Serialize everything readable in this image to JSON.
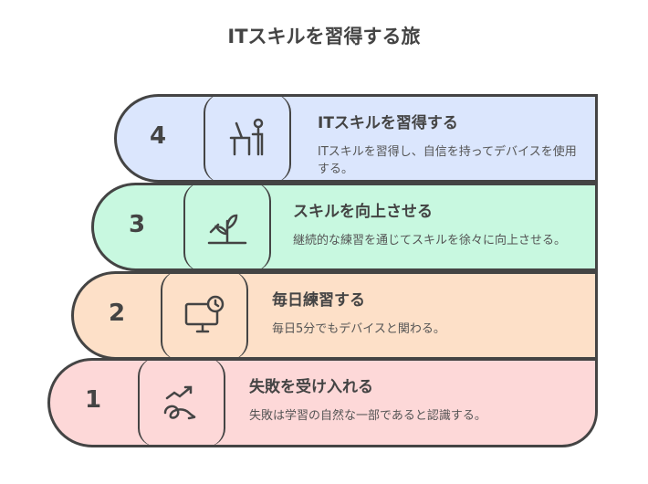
{
  "title": "ITスキルを習得する旅",
  "steps": [
    {
      "num": "4",
      "heading": "ITスキルを習得する",
      "desc": "ITスキルを習得し、自信を持ってデバイスを使用する。",
      "icon": "person-at-computer-icon",
      "color": "#dbe6fd"
    },
    {
      "num": "3",
      "heading": "スキルを向上させる",
      "desc": "継続的な練習を通じてスキルを徐々に向上させる。",
      "icon": "growing-plant-icon",
      "color": "#c8f8e0"
    },
    {
      "num": "2",
      "heading": "毎日練習する",
      "desc": "毎日5分でもデバイスと関わる。",
      "icon": "monitor-clock-icon",
      "color": "#fde0c8"
    },
    {
      "num": "1",
      "heading": "失敗を受け入れる",
      "desc": "失敗は学習の自然な一部であると認識する。",
      "icon": "tangled-path-arrow-icon",
      "color": "#fdd8d8"
    }
  ]
}
